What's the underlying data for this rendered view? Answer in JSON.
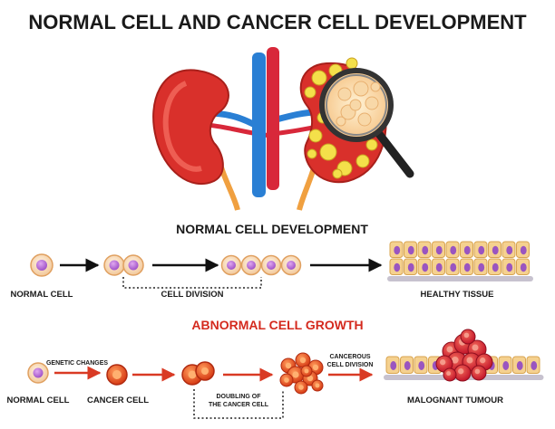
{
  "title": "NORMAL CELL AND CANCER CELL DEVELOPMENT",
  "normal_section": {
    "heading": "NORMAL CELL DEVELOPMENT",
    "labels": {
      "normal_cell": "NORMAL CELL",
      "cell_division": "CELL DIVISION",
      "healthy_tissue": "HEALTHY TISSUE"
    }
  },
  "abnormal_section": {
    "heading": "ABNORMAL CELL GROWTH",
    "labels": {
      "normal_cell": "NORMAL CELL",
      "genetic_changes": "GENETIC CHANGES",
      "cancer_cell": "CANCER CELL",
      "doubling_line1": "DOUBLING OF",
      "doubling_line2": "THE CANCER CELL",
      "cancerous_line1": "CANCEROUS",
      "cancerous_line2": "CELL DIVISION",
      "malignant_tumour": "MALOGNANT TUMOUR"
    }
  },
  "colors": {
    "kidney": "#d9302b",
    "vein": "#2a7fd4",
    "artery": "#d8283a",
    "ureter": "#f0a040",
    "fat": "#f4e04a",
    "normal_cell": "#f4d2a8",
    "nucleus": "#b06ad0",
    "cancer_cell": "#e8491f",
    "arrow_black": "#111111",
    "arrow_red": "#d93a24",
    "heading_red": "#d42a1e",
    "tissue": "#f5d18f"
  }
}
